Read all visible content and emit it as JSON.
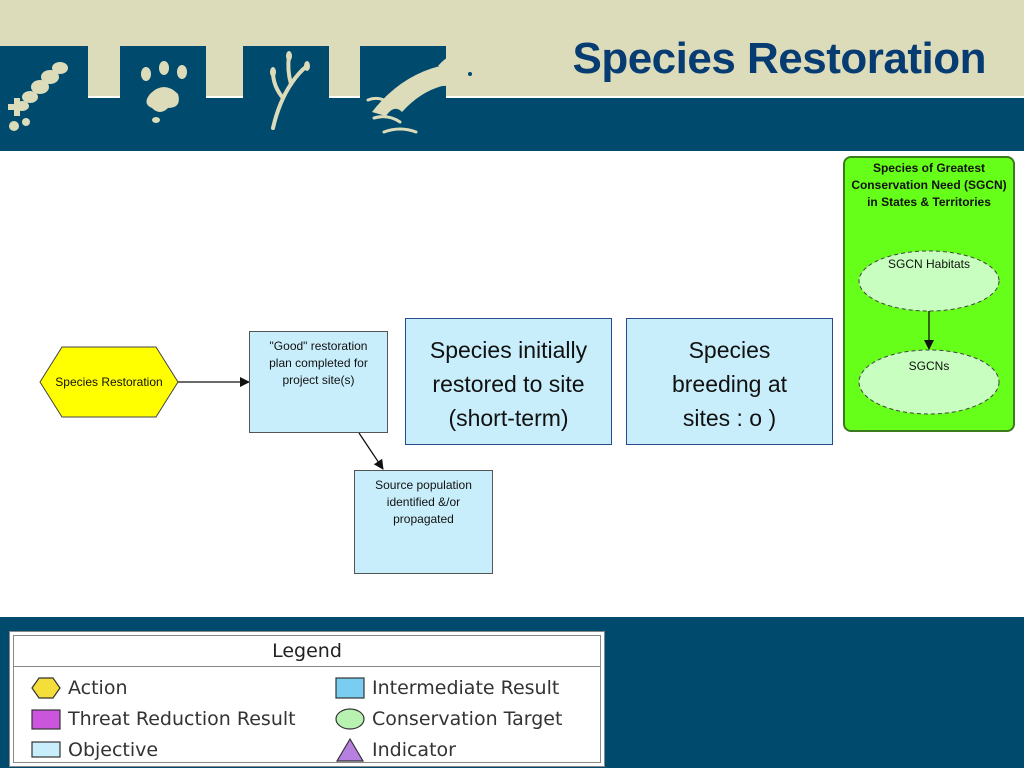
{
  "header": {
    "title": "Species Restoration",
    "icons": [
      "footprint-icon",
      "paw-print-icon",
      "plant-icon",
      "fish-icon"
    ]
  },
  "diagram": {
    "action": {
      "label": "Species Restoration"
    },
    "objective_plan": {
      "label": "\"Good\" restoration plan completed for project site(s)"
    },
    "objective_source": {
      "label": "Source population identified &/or propagated"
    },
    "result_initial": {
      "label": "Species initially restored to site (short-term)"
    },
    "result_breeding": {
      "label": "Species breeding at sites : o )"
    },
    "target_group": {
      "title": "Species of Greatest Conservation Need (SGCN) in States & Territories",
      "habitats": "SGCN Habitats",
      "sgcns": "SGCNs"
    },
    "colors": {
      "action": "#ffff00",
      "objective": "#c9eefb",
      "intermediate_result": "#c9eefb",
      "conservation_target_panel": "#66ff1a",
      "conservation_target": "#c8ffc0",
      "threat_reduction_result": "#cc66dd",
      "indicator": "#bb88dd"
    }
  },
  "legend": {
    "title": "Legend",
    "items": [
      {
        "label": "Action",
        "shape": "hexagon",
        "color": "#f5dd3a"
      },
      {
        "label": "Intermediate Result",
        "shape": "rectangle",
        "color": "#78cdf0"
      },
      {
        "label": "Threat Reduction Result",
        "shape": "rectangle",
        "color": "#cc55dd"
      },
      {
        "label": "Conservation Target",
        "shape": "ellipse",
        "color": "#b8f2b0"
      },
      {
        "label": "Objective",
        "shape": "rectangle",
        "color": "#c9eefb"
      },
      {
        "label": "Indicator",
        "shape": "triangle",
        "color": "#b67fe0"
      }
    ]
  }
}
